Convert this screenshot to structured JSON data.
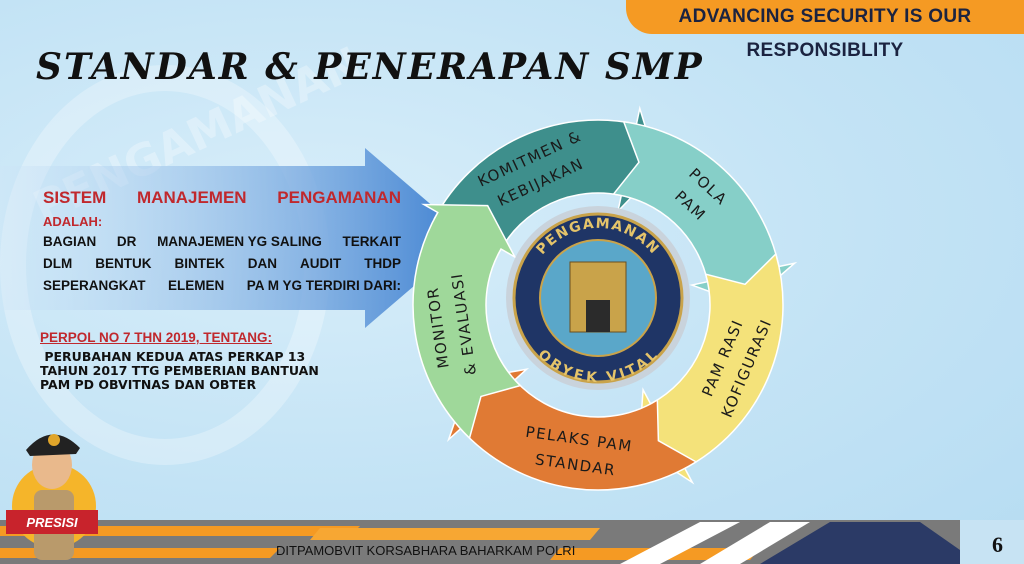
{
  "banner": "ADVANCING SECURITY IS OUR RESPONSIBLITY",
  "title": "STANDAR & PENERAPAN SMP",
  "definition": {
    "heading_words": [
      "SISTEM",
      "MANAJEMEN",
      "PENGAMANAN"
    ],
    "subheading": "ADALAH:",
    "lines": [
      [
        "BAGIAN",
        "DR",
        "MANAJEMEN YG SALING",
        "TERKAIT"
      ],
      [
        "DLM",
        "BENTUK",
        "BINTEK",
        "DAN",
        "AUDIT",
        "THDP"
      ],
      [
        "SEPERANGKAT",
        "ELEMEN",
        "PA M YG TERDIRI DARI:"
      ]
    ]
  },
  "regulation": {
    "heading": "PERPOL NO 7 THN 2019, TENTANG:",
    "text": " PERUBAHAN KEDUA ATAS PERKAP 13\nTAHUN 2017 TTG PEMBERIAN BANTUAN\nPAM PD OBVITNAS DAN OBTER"
  },
  "cycle": {
    "steps": [
      {
        "label1": "KOMITMEN &",
        "label2": "KEBIJAKAN",
        "color": "#3e8f8c"
      },
      {
        "label1": "POLA",
        "label2": "PAM",
        "color": "#86cfc8"
      },
      {
        "label1": "KOFIGURASI",
        "label2": "PAM RASI",
        "color": "#f4e27a"
      },
      {
        "label1": "STANDAR",
        "label2": "PELAKS PAM",
        "color": "#e07a34"
      },
      {
        "label1": "MONITOR",
        "label2": "& EVALUASI",
        "color": "#9fd89a"
      }
    ],
    "logo_top": "PENGAMANAN",
    "logo_bottom": "OBYEK VITAL"
  },
  "mascot_badge": "PRESISI",
  "footer": "DITPAMOBVIT KORSABHARA BAHARKAM POLRI",
  "page_number": "6"
}
